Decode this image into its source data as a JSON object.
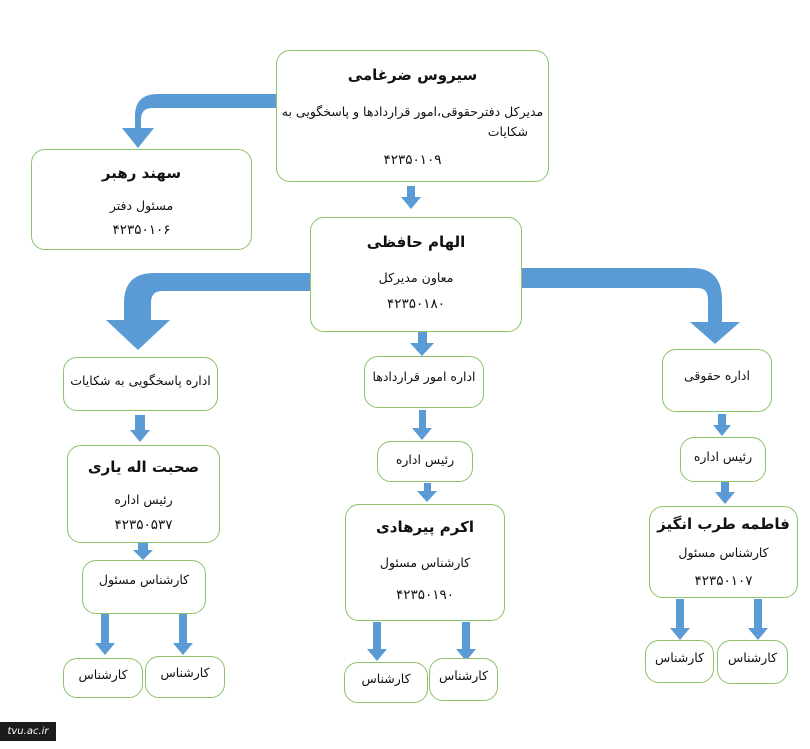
{
  "director": {
    "name": "سیروس ضرغامی",
    "title_line1": "مدیرکل دفترحقوقی،امور قراردادها و پاسخگویی به",
    "title_line2": "شکایات",
    "phone": "۴۲۳۵۰۱۰۹"
  },
  "office_head": {
    "name": "سهند رهبر",
    "role": "مسئول دفتر",
    "phone": "۴۲۳۵۰۱۰۶"
  },
  "deputy": {
    "name": "الهام حافظی",
    "role": "معاون مدیرکل",
    "phone": "۴۲۳۵۰۱۸۰"
  },
  "dept_complaints": {
    "title": "اداره پاسخگویی به شکایات",
    "head": {
      "name": "صحبت اله یاری",
      "role": "رئیس اداره",
      "phone": "۴۲۳۵۰۵۳۷"
    },
    "responsible": "کارشناس مسئول",
    "experts": [
      "کارشناس",
      "کارشناس"
    ]
  },
  "dept_contracts": {
    "title": "اداره امور قراردادها",
    "head_role": "رئیس اداره",
    "responsible": {
      "name": "اکرم پیرهادی",
      "role": "کارشناس مسئول",
      "phone": "۴۲۳۵۰۱۹۰"
    },
    "experts": [
      "کارشناس",
      "کارشناس"
    ]
  },
  "dept_legal": {
    "title": "اداره حقوقی",
    "head_role": "رئیس اداره",
    "responsible": {
      "name": "فاطمه طرب انگیز",
      "role": "کارشناس مسئول",
      "phone": "۴۲۳۵۰۱۰۷"
    },
    "experts": [
      "کارشناس",
      "کارشناس"
    ]
  },
  "watermark": "tvu.ac.ir",
  "colors": {
    "arrow": "#5b9bd5",
    "border": "#8cc26a"
  }
}
